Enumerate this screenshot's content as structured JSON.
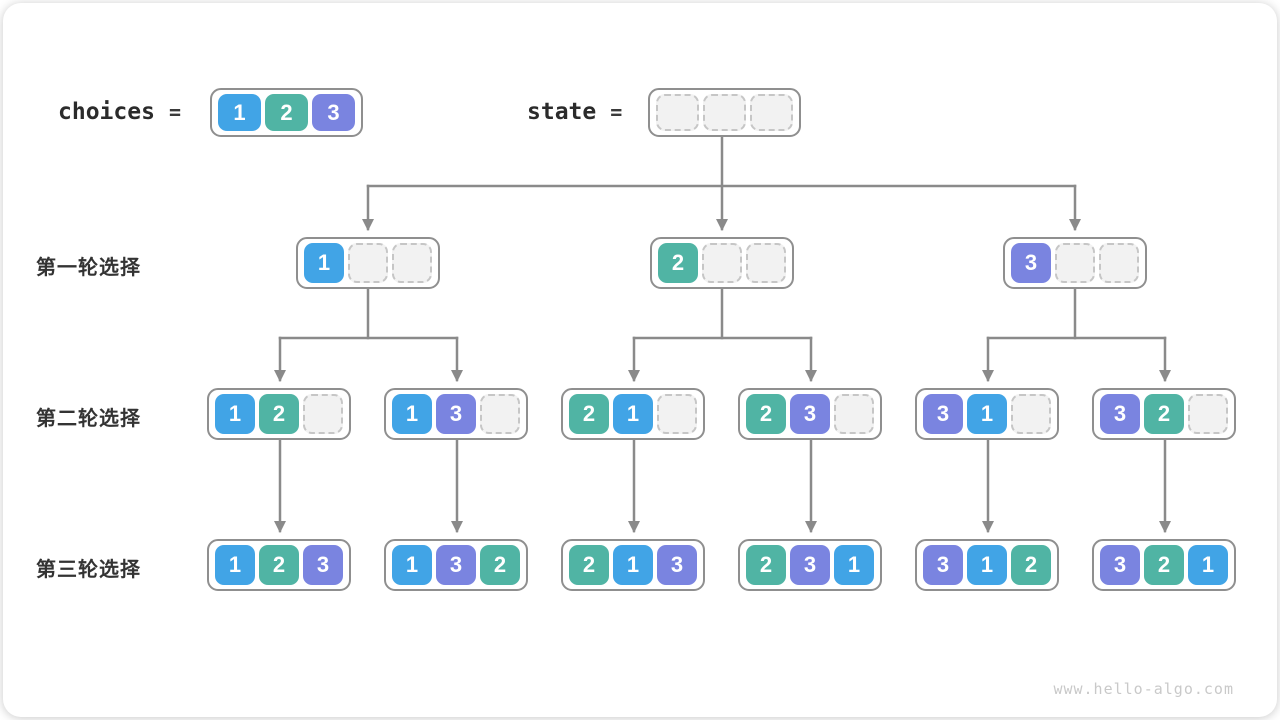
{
  "header": {
    "choices_label": "choices",
    "equals": "=",
    "state_label": "state",
    "choices": [
      "1",
      "2",
      "3"
    ],
    "state": [
      null,
      null,
      null
    ]
  },
  "rows": [
    {
      "label": "第一轮选择",
      "boxes": [
        [
          "1",
          null,
          null
        ],
        [
          "2",
          null,
          null
        ],
        [
          "3",
          null,
          null
        ]
      ]
    },
    {
      "label": "第二轮选择",
      "boxes": [
        [
          "1",
          "2",
          null
        ],
        [
          "1",
          "3",
          null
        ],
        [
          "2",
          "1",
          null
        ],
        [
          "2",
          "3",
          null
        ],
        [
          "3",
          "1",
          null
        ],
        [
          "3",
          "2",
          null
        ]
      ]
    },
    {
      "label": "第三轮选择",
      "boxes": [
        [
          "1",
          "2",
          "3"
        ],
        [
          "1",
          "3",
          "2"
        ],
        [
          "2",
          "1",
          "3"
        ],
        [
          "2",
          "3",
          "1"
        ],
        [
          "3",
          "1",
          "2"
        ],
        [
          "3",
          "2",
          "1"
        ]
      ]
    }
  ],
  "footer": {
    "watermark": "www.hello-algo.com"
  },
  "colors": {
    "1": "#41a4e6",
    "2": "#50b4a4",
    "3": "#7a84e0",
    "arrow": "#8a8a8a"
  }
}
